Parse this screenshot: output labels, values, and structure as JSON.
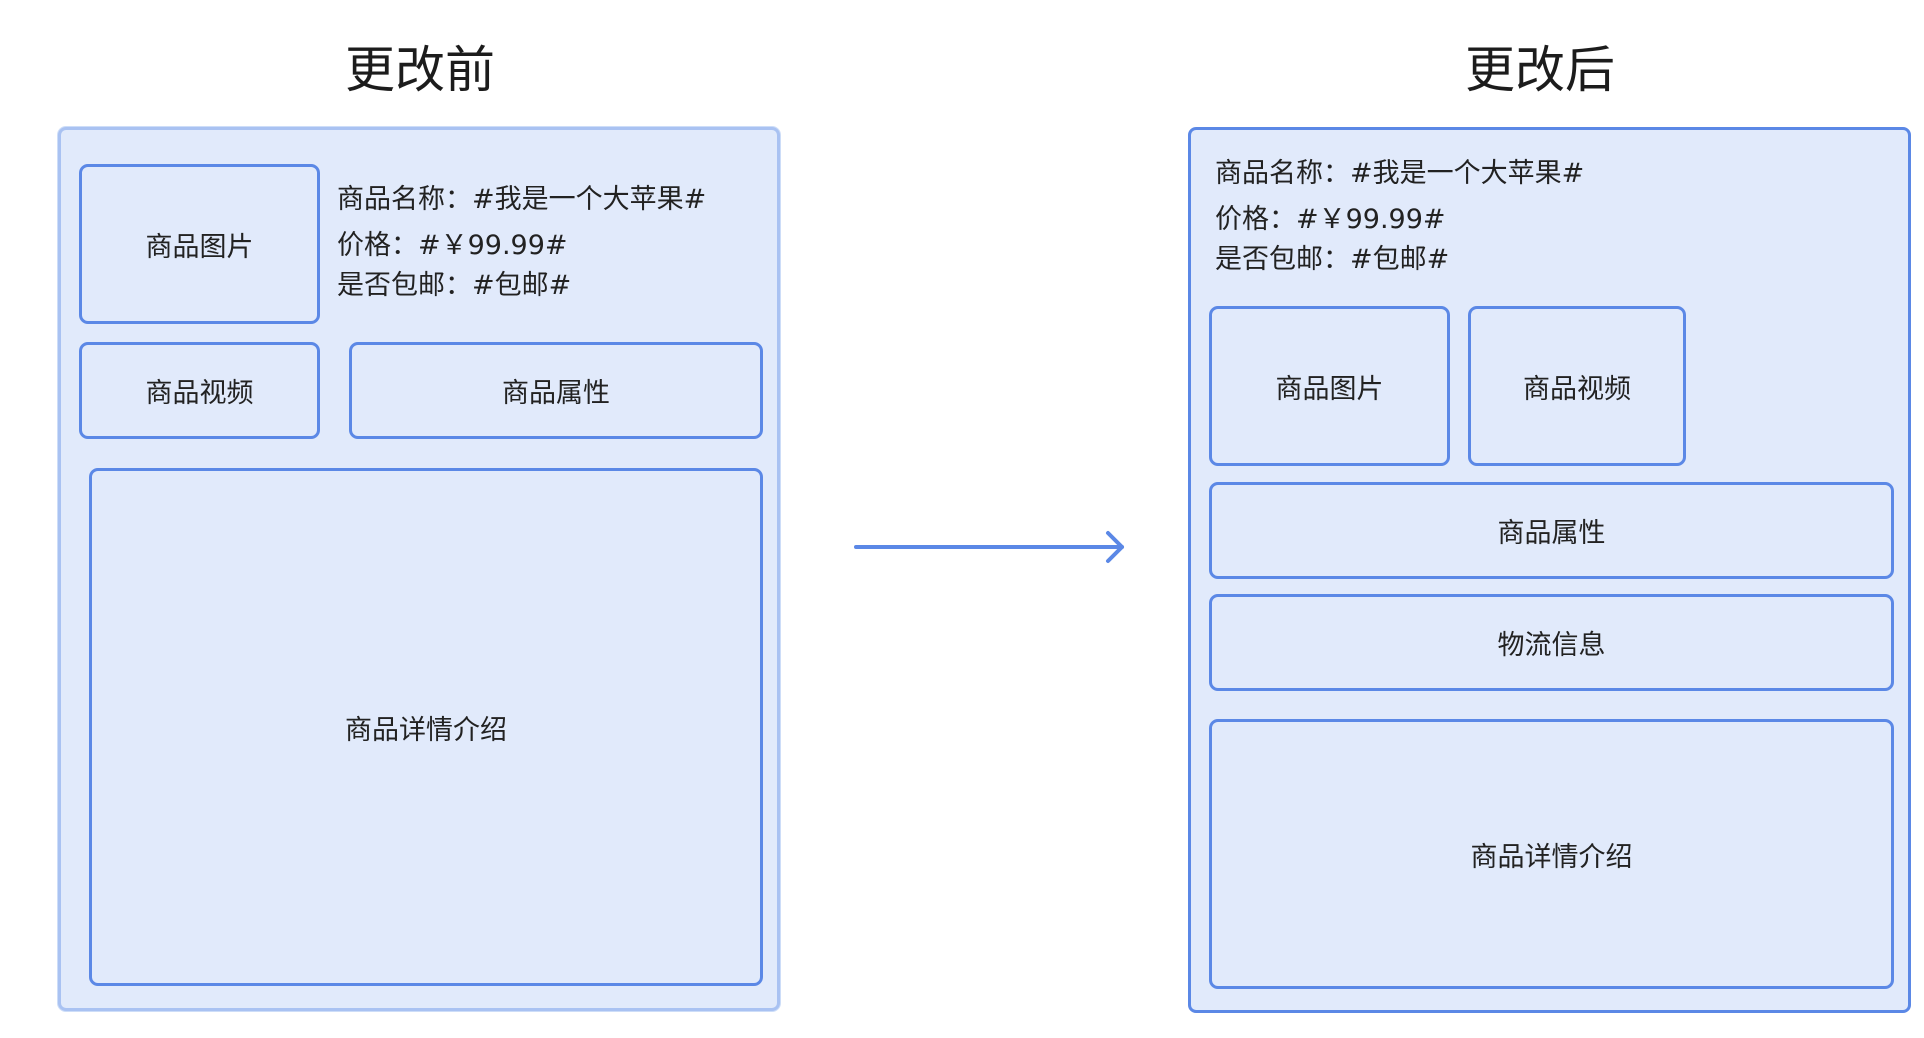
{
  "before": {
    "title": "更改前",
    "info": {
      "name": "商品名称：#我是一个大苹果#",
      "price": "价格：#￥99.99#",
      "shipping": "是否包邮：#包邮#"
    },
    "boxes": {
      "image": "商品图片",
      "video": "商品视频",
      "attributes": "商品属性",
      "details": "商品详情介绍"
    }
  },
  "after": {
    "title": "更改后",
    "info": {
      "name": "商品名称：#我是一个大苹果#",
      "price": "价格：#￥99.99#",
      "shipping": "是否包邮：#包邮#"
    },
    "boxes": {
      "image": "商品图片",
      "video": "商品视频",
      "attributes": "商品属性",
      "logistics": "物流信息",
      "details": "商品详情介绍"
    }
  },
  "colors": {
    "panel_fill": "#e1eafb",
    "box_border": "#5b88e6",
    "before_panel_border": "#a9c2f2",
    "arrow": "#5b88e6"
  }
}
